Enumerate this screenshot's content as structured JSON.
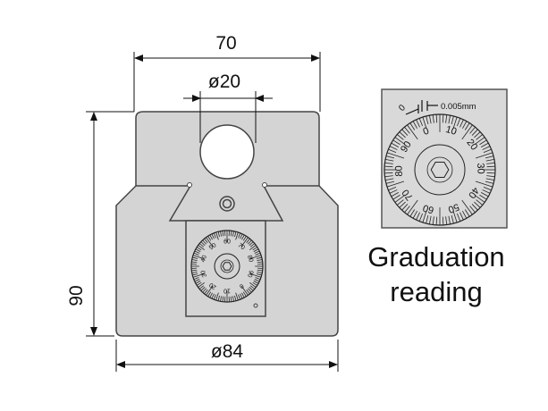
{
  "dimensions": {
    "top_width": "70",
    "hole_diameter": "ø20",
    "height": "90",
    "bottom_diameter": "ø84"
  },
  "detail": {
    "zero_mark": "0",
    "resolution": "0.005mm",
    "dial_numbers": [
      "0",
      "10",
      "20",
      "30",
      "40",
      "50",
      "60",
      "70",
      "80",
      "90"
    ],
    "small_dial_numbers": [
      "60",
      "70",
      "80",
      "90",
      "0",
      "10",
      "20",
      "30",
      "40",
      "50"
    ],
    "caption_line1": "Graduation",
    "caption_line2": "reading"
  },
  "colors": {
    "body_fill": "#d4d4d4",
    "stroke": "#333333",
    "panel_fill": "#d9d9d9"
  }
}
